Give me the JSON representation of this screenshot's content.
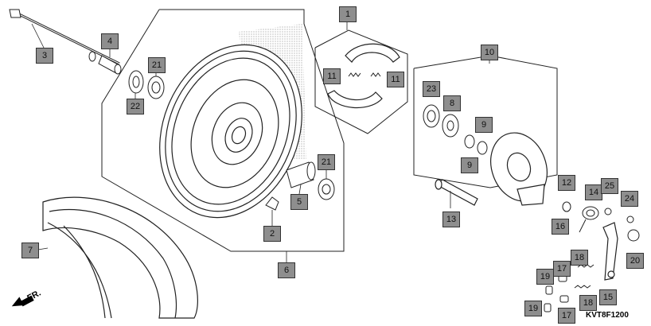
{
  "diagram": {
    "code": "KVT8F1200",
    "direction_label": "FR."
  },
  "callouts": {
    "c1": "1",
    "c2": "2",
    "c3": "3",
    "c4": "4",
    "c5": "5",
    "c6": "6",
    "c7": "7",
    "c8": "8",
    "c9a": "9",
    "c9b": "9",
    "c10": "10",
    "c11a": "11",
    "c11b": "11",
    "c12": "12",
    "c13": "13",
    "c14": "14",
    "c15": "15",
    "c16": "16",
    "c17a": "17",
    "c17b": "17",
    "c18a": "18",
    "c18b": "18",
    "c19a": "19",
    "c19b": "19",
    "c20": "20",
    "c21a": "21",
    "c21b": "21",
    "c22": "22",
    "c23": "23",
    "c24": "24",
    "c25": "25"
  },
  "colors": {
    "callout_fill": "#8e8e8e",
    "line": "#222222",
    "shading": "#bdbdbd"
  }
}
